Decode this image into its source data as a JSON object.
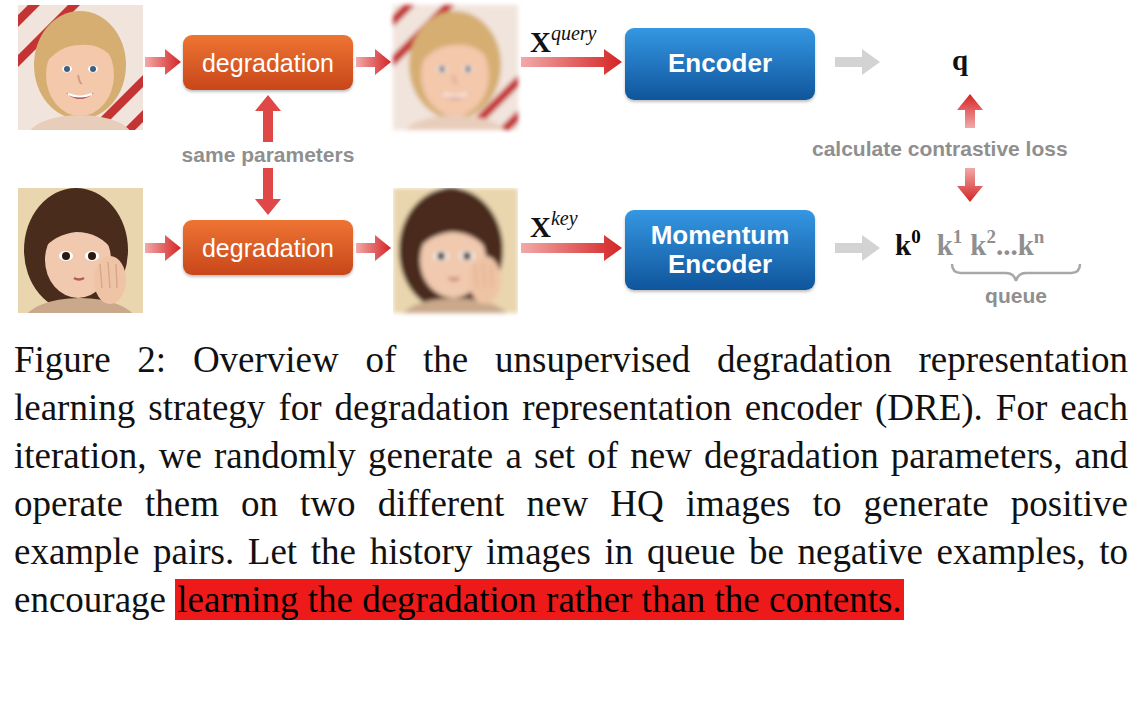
{
  "diagram": {
    "caption": "Figure 2: Overview of the unsupervised degradation representation learning strategy for degradation representation encoder (DRE). For each iteration, we randomly generate a set of new degradation parameters, and operate them on two different new HQ images to generate positive example pairs. Let the history images in queue be negative examples, to encourage",
    "nodes": [
      {
        "text": [
          "degradation"
        ]
      },
      {
        "text": [
          "Encoder"
        ]
      },
      {
        "text": [
          "degradation"
        ]
      },
      {
        "text": [
          "Momentum Encoder"
        ]
      }
    ],
    "edges": [
      {
        "from": 0,
        "to": 2,
        "arrow": "both",
        "label": "same parameters"
      }
    ],
    "labels": [
      "X",
      "query",
      "X",
      "key",
      "q",
      "calculate contrastive loss",
      "k",
      "0",
      "k",
      "1",
      "k",
      "2",
      "...",
      "k",
      "n",
      "queue",
      "learning the degradation rather than the contents."
    ]
  }
}
